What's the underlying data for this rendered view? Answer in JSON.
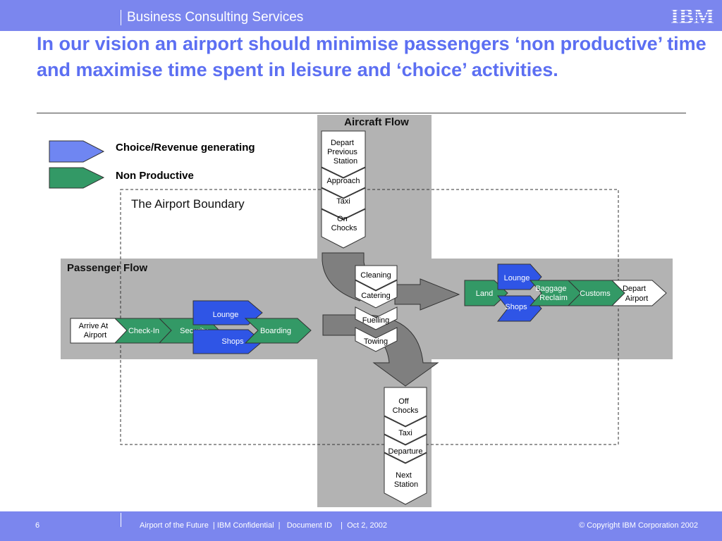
{
  "header": {
    "brand": "Business Consulting Services",
    "logo_text": "IBM",
    "title": "In our vision an airport should minimise passengers ‘non productive’ time and maximise time spent in leisure and ‘choice’ activities."
  },
  "legend": {
    "choice": "Choice/Revenue generating",
    "nonproductive": "Non Productive"
  },
  "diagram": {
    "boundary_label": "The Airport Boundary",
    "aircraft_flow_title": "Aircraft Flow",
    "passenger_flow_title": "Passenger Flow",
    "inbound": {
      "depart": [
        "Depart",
        "Previous",
        "Station"
      ],
      "approach": "Approach",
      "taxi": "Taxi",
      "on_chocks": [
        "On",
        "Chocks"
      ]
    },
    "turnaround": {
      "cleaning": "Cleaning",
      "catering": "Catering",
      "fuelling": "Fuelling",
      "towing": "Towing"
    },
    "outbound": {
      "off_chocks": [
        "Off",
        "Chocks"
      ],
      "taxi": "Taxi",
      "departure": "Departure",
      "next_station": [
        "Next",
        "Station"
      ]
    },
    "departing_pax": {
      "arrive": [
        "Arrive At",
        "Airport"
      ],
      "checkin": "Check-In",
      "security": "Security",
      "lounge": "Lounge",
      "shops": "Shops",
      "boarding": "Boarding"
    },
    "arriving_pax": {
      "land": "Land",
      "lounge": "Lounge",
      "shops": "Shops",
      "baggage": [
        "Baggage",
        "Reclaim"
      ],
      "customs": "Customs",
      "depart": [
        "Depart",
        "Airport"
      ]
    },
    "colors": {
      "choice": "#2f55e6",
      "nonproductive": "#339966",
      "legend_choice": "#6f86f2"
    }
  },
  "footer": {
    "page_number": "6",
    "meta": "Airport of the Future  | IBM Confidential  |   Document ID    |  Oct 2, 2002",
    "copyright": "© Copyright IBM Corporation 2002"
  }
}
